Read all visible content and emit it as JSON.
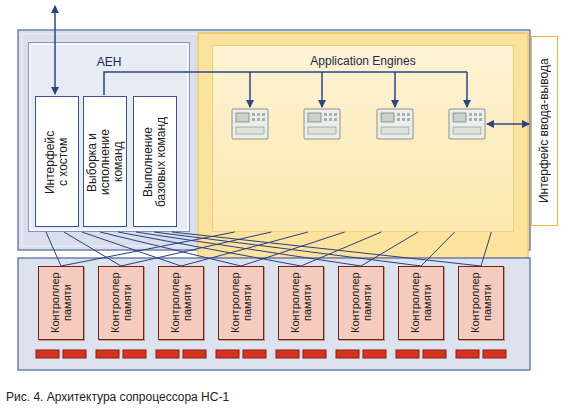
{
  "diagram": {
    "caption": "Рис. 4. Архитектура сопроцессора НС-1",
    "nodes": [
      {
        "text": [
          "AEH"
        ]
      },
      {
        "text": [
          "Интерфейс с хостом"
        ],
        "in": 0
      },
      {
        "text": [
          "Выборка и исполнение команд"
        ],
        "in": 0
      },
      {
        "text": [
          "Выполнение базовых команд"
        ],
        "in": 0
      },
      {
        "text": [
          "Application Engines"
        ]
      },
      {
        "text": [
          "Интерфейс ввода-вывода"
        ]
      },
      {
        "text": [
          "Контроллер памяти"
        ]
      },
      {
        "text": [
          "Контроллер памяти"
        ]
      },
      {
        "text": [
          "Контроллер памяти"
        ]
      },
      {
        "text": [
          "Контроллер памяти"
        ]
      },
      {
        "text": [
          "Контроллер памяти"
        ]
      },
      {
        "text": [
          "Контроллер памяти"
        ]
      },
      {
        "text": [
          "Контроллер памяти"
        ]
      },
      {
        "text": [
          "Контроллер памяти"
        ]
      }
    ],
    "edges": [
      {
        "from": 0,
        "to": 6,
        "arrow": "none"
      },
      {
        "from": 0,
        "to": 7,
        "arrow": "none"
      },
      {
        "from": 0,
        "to": 8,
        "arrow": "none"
      },
      {
        "from": 0,
        "to": 9,
        "arrow": "none"
      },
      {
        "from": 0,
        "to": 10,
        "arrow": "none"
      },
      {
        "from": 0,
        "to": 11,
        "arrow": "none"
      },
      {
        "from": 0,
        "to": 12,
        "arrow": "none"
      },
      {
        "from": 0,
        "to": 13,
        "arrow": "none"
      },
      {
        "from": 4,
        "to": 6,
        "arrow": "none"
      },
      {
        "from": 4,
        "to": 7,
        "arrow": "none"
      },
      {
        "from": 4,
        "to": 8,
        "arrow": "none"
      },
      {
        "from": 4,
        "to": 9,
        "arrow": "none"
      },
      {
        "from": 4,
        "to": 10,
        "arrow": "none"
      },
      {
        "from": 4,
        "to": 11,
        "arrow": "none"
      },
      {
        "from": 4,
        "to": 12,
        "arrow": "none"
      },
      {
        "from": 4,
        "to": 13,
        "arrow": "none"
      }
    ]
  }
}
